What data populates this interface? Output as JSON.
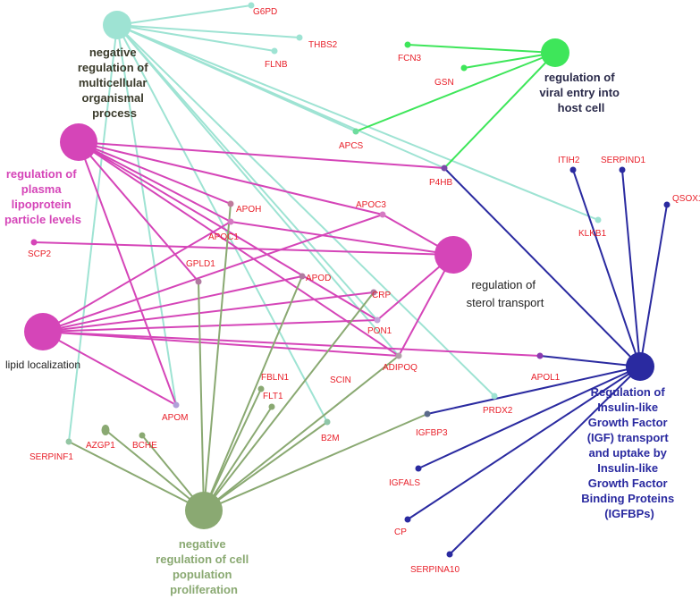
{
  "colors": {
    "negative_regulation_multicellular": "#9ee3d3",
    "viral_entry": "#3ee65a",
    "plasma_lipoprotein": "#d545b8",
    "sterol_transport": "#d545b8",
    "lipid_localization": "#d545b8",
    "igf_transport": "#2a2aa0",
    "cell_population": "#8aa972",
    "gene_label": "#e8202a",
    "dark_label": "#3a3a2a"
  },
  "terms": {
    "negative_regulation_multicellular": [
      "negative",
      "regulation of",
      "multicellular",
      "organismal",
      "process"
    ],
    "viral_entry": [
      "regulation of",
      "viral entry into",
      "host cell"
    ],
    "plasma_lipoprotein": [
      "regulation of",
      "plasma",
      "lipoprotein",
      "particle levels"
    ],
    "sterol_transport": [
      "regulation of",
      "sterol transport"
    ],
    "lipid_localization": [
      "lipid localization"
    ],
    "igf_transport": [
      "Regulation of",
      "Insulin-like",
      "Growth Factor",
      "(IGF) transport",
      "and uptake by",
      "Insulin-like",
      "Growth Factor",
      "Binding Proteins",
      "(IGFBPs)"
    ],
    "cell_population": [
      "negative",
      "regulation of cell",
      "population",
      "proliferation"
    ]
  },
  "genes": {
    "G6PD": "G6PD",
    "THBS2": "THBS2",
    "FLNB": "FLNB",
    "FCN3": "FCN3",
    "GSN": "GSN",
    "APCS": "APCS",
    "P4HB": "P4HB",
    "ITIH2": "ITIH2",
    "SERPIND1": "SERPIND1",
    "QSOX1": "QSOX1",
    "KLKB1": "KLKB1",
    "APOH": "APOH",
    "APOC3": "APOC3",
    "APOC1": "APOC1",
    "SCP2": "SCP2",
    "GPLD1": "GPLD1",
    "APOD": "APOD",
    "CRP": "CRP",
    "PON1": "PON1",
    "ADIPOQ": "ADIPOQ",
    "APOL1": "APOL1",
    "FBLN1": "FBLN1",
    "FLT1": "FLT1",
    "SCIN": "SCIN",
    "B2M": "B2M",
    "PRDX2": "PRDX2",
    "IGFBP3": "IGFBP3",
    "APOM": "APOM",
    "SERPINF1": "SERPINF1",
    "AZGP1": "AZGP1",
    "BCHE": "BCHE",
    "IGFALS": "IGFALS",
    "CP": "CP",
    "SERPINA10": "SERPINA10"
  }
}
